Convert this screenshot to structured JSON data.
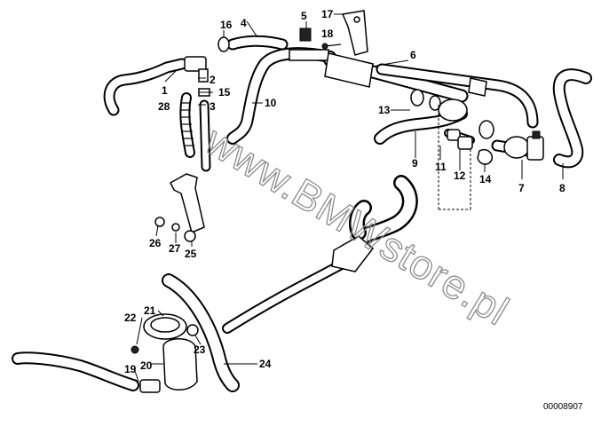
{
  "diagram": {
    "watermark": "www.BMWstore.pl",
    "reference_number": "00008907",
    "callouts": [
      {
        "id": "c1",
        "label": "1"
      },
      {
        "id": "c2",
        "label": "2"
      },
      {
        "id": "c3",
        "label": "3"
      },
      {
        "id": "c4",
        "label": "4"
      },
      {
        "id": "c5",
        "label": "5"
      },
      {
        "id": "c6",
        "label": "6"
      },
      {
        "id": "c7",
        "label": "7"
      },
      {
        "id": "c8",
        "label": "8"
      },
      {
        "id": "c9",
        "label": "9"
      },
      {
        "id": "c10",
        "label": "10"
      },
      {
        "id": "c11",
        "label": "11"
      },
      {
        "id": "c12",
        "label": "12"
      },
      {
        "id": "c13",
        "label": "13"
      },
      {
        "id": "c14",
        "label": "14"
      },
      {
        "id": "c15",
        "label": "15"
      },
      {
        "id": "c16",
        "label": "16"
      },
      {
        "id": "c17",
        "label": "17"
      },
      {
        "id": "c18",
        "label": "18"
      },
      {
        "id": "c19",
        "label": "19"
      },
      {
        "id": "c20",
        "label": "20"
      },
      {
        "id": "c21",
        "label": "21"
      },
      {
        "id": "c22",
        "label": "22"
      },
      {
        "id": "c23",
        "label": "23"
      },
      {
        "id": "c24",
        "label": "24"
      },
      {
        "id": "c25",
        "label": "25"
      },
      {
        "id": "c26",
        "label": "26"
      },
      {
        "id": "c27",
        "label": "27"
      },
      {
        "id": "c28",
        "label": "28"
      }
    ]
  }
}
